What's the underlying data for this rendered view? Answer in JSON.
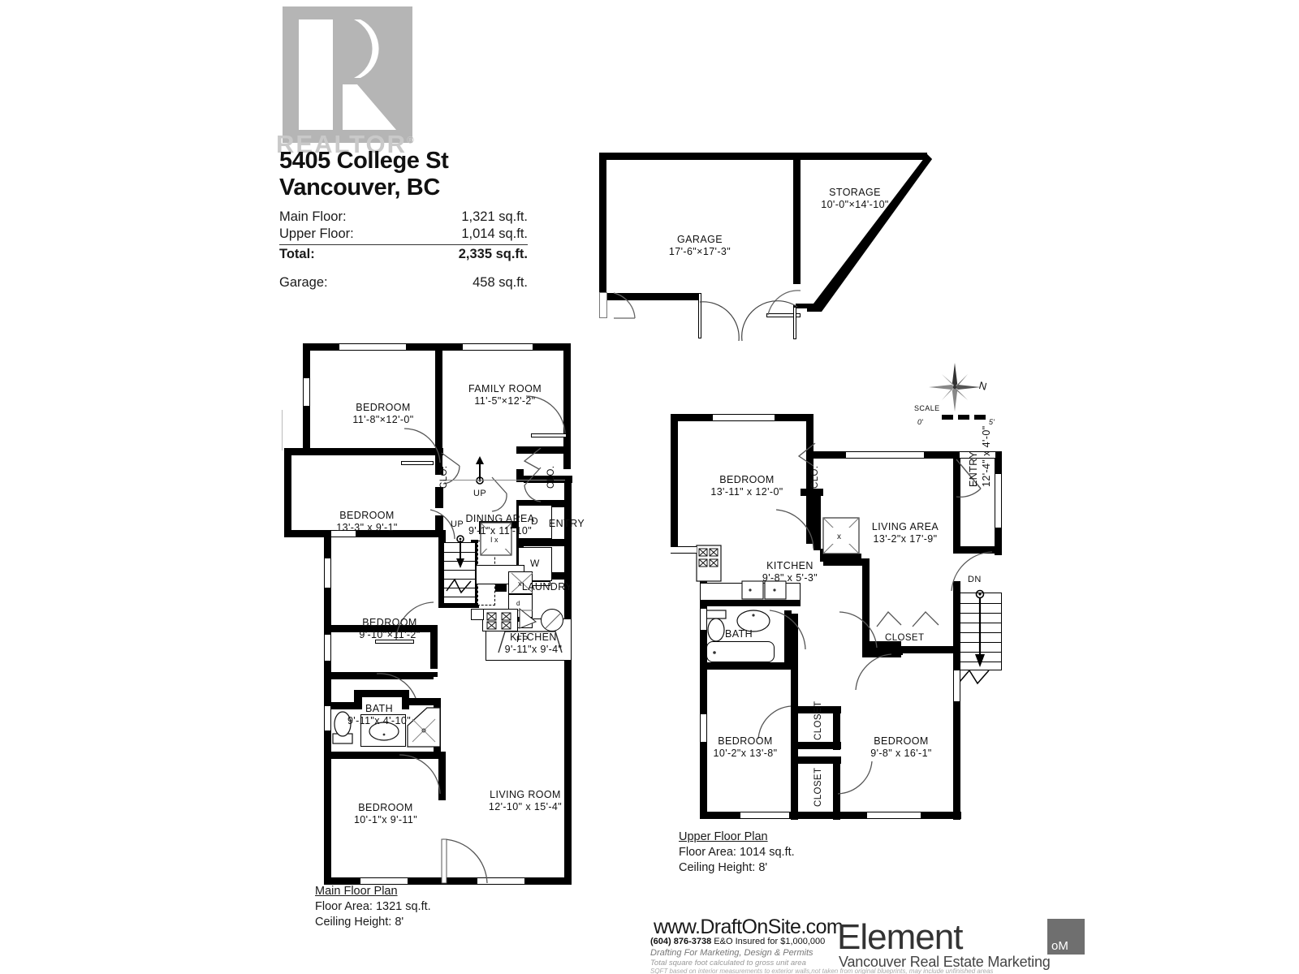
{
  "logo": {
    "realtor_mark": "realtor-r-logo",
    "realtor_word": "REALTOR",
    "registered": "®"
  },
  "header": {
    "address_line1": "5405 College St",
    "address_line2": "Vancouver, BC",
    "areas": [
      {
        "label": "Main Floor:",
        "value": "1,321 sq.ft."
      },
      {
        "label": "Upper Floor:",
        "value": "1,014 sq.ft."
      },
      {
        "label": "Total:",
        "value": "2,335 sq.ft."
      },
      {
        "label": "Garage:",
        "value": "458 sq.ft."
      }
    ]
  },
  "garage_plan": {
    "rooms": [
      {
        "name": "GARAGE",
        "dim": "17'-6\"×17'-3\""
      },
      {
        "name": "STORAGE",
        "dim": "10'-0\"×14'-10\""
      }
    ]
  },
  "main_floor": {
    "rooms": [
      {
        "name": "BEDROOM",
        "dim": "11'-8\"×12'-0\""
      },
      {
        "name": "FAMILY ROOM",
        "dim": "11'-5\"×12'-2\""
      },
      {
        "name": "BEDROOM",
        "dim": "13'-3\" x 9'-1\""
      },
      {
        "name": "DINING AREA",
        "dim": "9'-1\"x 11'-10\""
      },
      {
        "name": "ENTRY",
        "dim": ""
      },
      {
        "name": "LAUNDRY",
        "dim": ""
      },
      {
        "name": "BEDROOM",
        "dim": "9'-10\"×11'-2\""
      },
      {
        "name": "KITCHEN",
        "dim": "9'-11\"x  9'-4\""
      },
      {
        "name": "BATH",
        "dim": "9'-11\"x 4'-10\""
      },
      {
        "name": "BEDROOM",
        "dim": "10'-1\"x 9'-11\""
      },
      {
        "name": "LIVING ROOM",
        "dim": "12'-10\" x 15'-4\""
      }
    ],
    "markers": [
      {
        "text": "CLO."
      },
      {
        "text": "CLO."
      },
      {
        "text": "UP"
      },
      {
        "text": "UP"
      },
      {
        "text": "D"
      },
      {
        "text": "W"
      },
      {
        "text": "FP"
      }
    ],
    "caption": {
      "heading": "Main Floor Plan",
      "area": "Floor Area: 1321 sq.ft.",
      "ceiling": "Ceiling Height: 8'"
    }
  },
  "upper_floor": {
    "rooms": [
      {
        "name": "BEDROOM",
        "dim": "13'-11\" x 12'-0\""
      },
      {
        "name": "LIVING AREA",
        "dim": "13'-2\"x 17'-9\""
      },
      {
        "name": "ENTRY",
        "dim": "12'-4\" x  4'-0\""
      },
      {
        "name": "KITCHEN",
        "dim": "9'-8\" x  5'-3\""
      },
      {
        "name": "BATH",
        "dim": ""
      },
      {
        "name": "BEDROOM",
        "dim": "10'-2\"x 13'-8\""
      },
      {
        "name": "BEDROOM",
        "dim": "9'-8\" x 16'-1\""
      }
    ],
    "markers": [
      {
        "text": "CLO."
      },
      {
        "text": "CLOSET"
      },
      {
        "text": "CLOSET"
      },
      {
        "text": "CLOSET"
      },
      {
        "text": "DN"
      }
    ],
    "caption": {
      "heading": "Upper Floor Plan",
      "area": "Floor Area: 1014 sq.ft.",
      "ceiling": "Ceiling Height: 8'"
    }
  },
  "compass": {
    "north_label": "N",
    "scale_label": "SCALE",
    "scale_min": "0'",
    "scale_max": "5'"
  },
  "footer": {
    "url": "www.DraftOnSite.com",
    "phone": "(604) 876-3738",
    "insured": "E&O Insured for $1,000,000",
    "tagline": "Drafting For Marketing, Design & Permits",
    "disclaimer1": "Total square foot calculated to gross unit area",
    "disclaimer2": "SQFT based on interior measurements to exterior walls,not taken from original blueprints, may include unfinished areas",
    "brand": "Element",
    "brand_badge": "ᴏM",
    "brand_tagline": "Vancouver Real Estate Marketing"
  }
}
